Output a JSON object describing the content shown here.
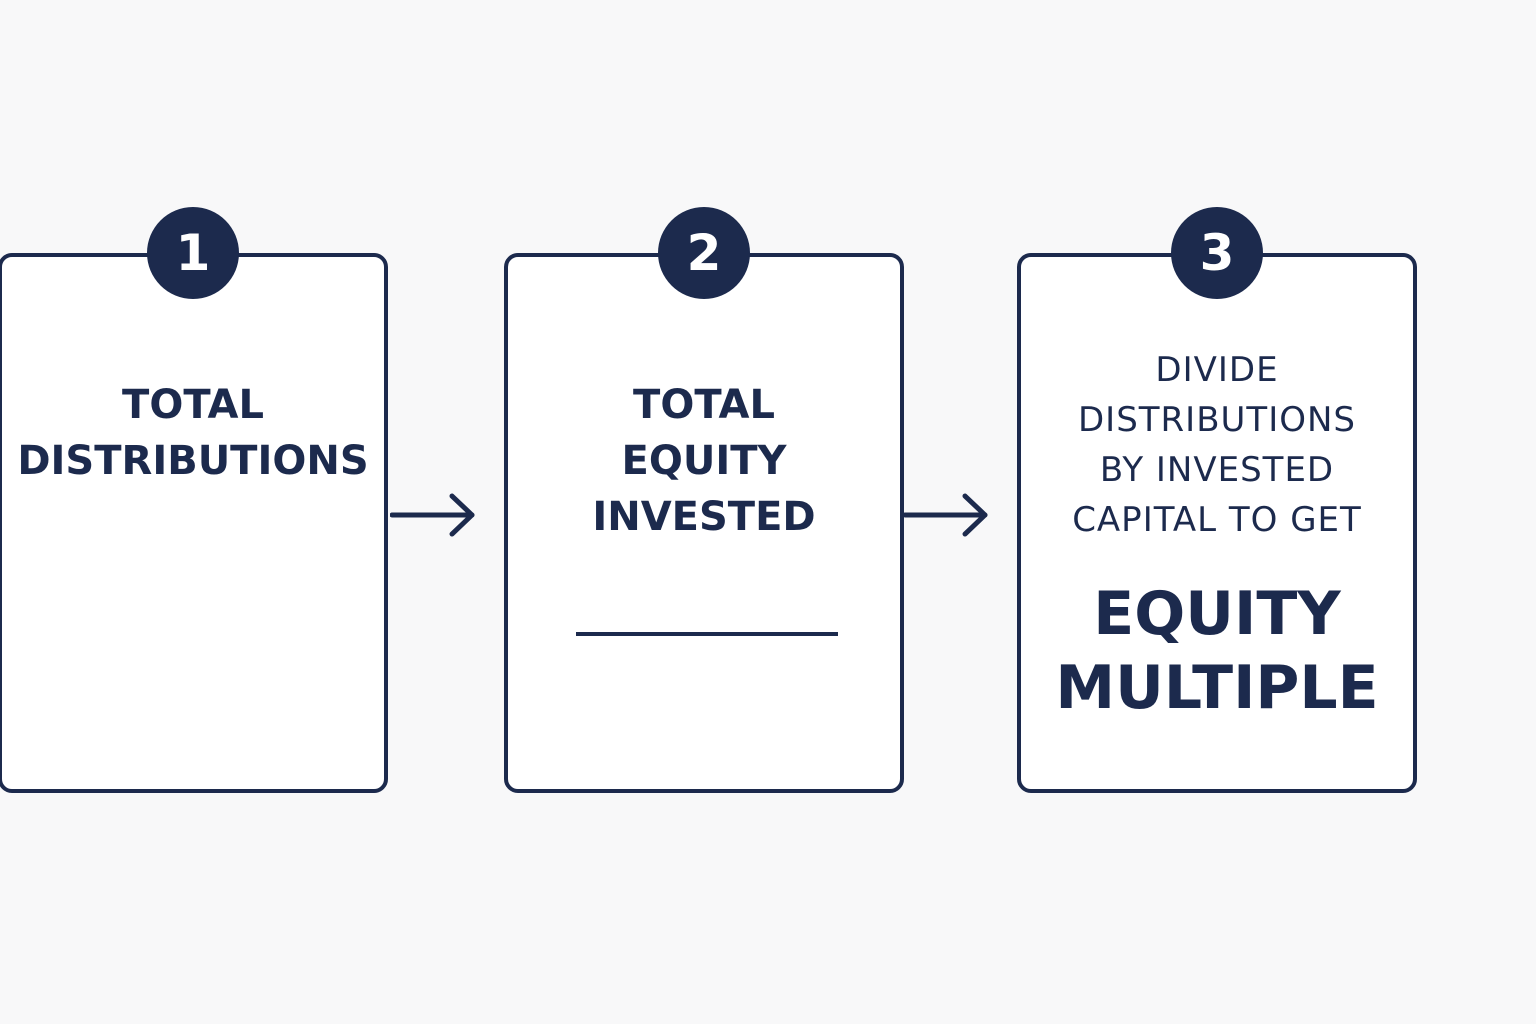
{
  "steps": [
    {
      "number": "1",
      "label": "TOTAL\nDISTRIBUTIONS"
    },
    {
      "number": "2",
      "label": "TOTAL\nEQUITY\nINVESTED"
    },
    {
      "number": "3",
      "instruction": "DIVIDE\nDISTRIBUTIONS\nBY INVESTED\nCAPITAL TO GET",
      "result": "EQUITY\nMULTIPLE"
    }
  ],
  "colors": {
    "primary": "#1c2a4d",
    "background": "#f8f8f9",
    "card": "#ffffff"
  }
}
